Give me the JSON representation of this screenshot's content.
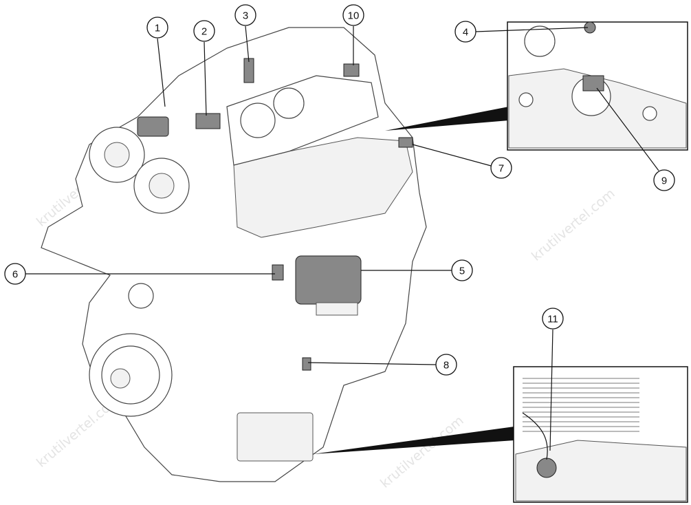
{
  "watermark": "krutilvertel.com",
  "callouts": [
    {
      "id": "1",
      "label": "1"
    },
    {
      "id": "2",
      "label": "2"
    },
    {
      "id": "3",
      "label": "3"
    },
    {
      "id": "4",
      "label": "4"
    },
    {
      "id": "5",
      "label": "5"
    },
    {
      "id": "6",
      "label": "6"
    },
    {
      "id": "7",
      "label": "7"
    },
    {
      "id": "8",
      "label": "8"
    },
    {
      "id": "9",
      "label": "9"
    },
    {
      "id": "10",
      "label": "10"
    },
    {
      "id": "11",
      "label": "11"
    }
  ]
}
